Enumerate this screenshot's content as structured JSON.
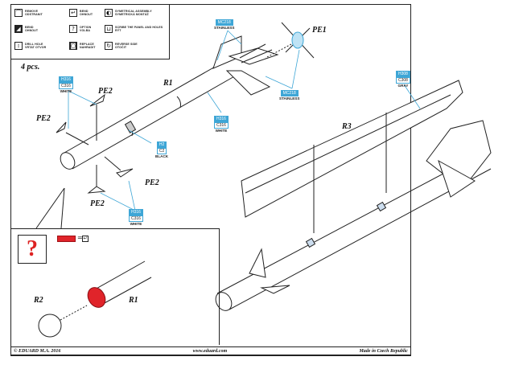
{
  "legend": {
    "items": [
      {
        "icon": "remove-icon",
        "glyph": "⌒",
        "en": "REMOVE",
        "cz": "ODSTRANIT"
      },
      {
        "icon": "bend-icon",
        "glyph": "↵",
        "en": "BEND",
        "cz": "OHNOUT"
      },
      {
        "icon": "symmetrical-assembly-icon",
        "glyph": "◐",
        "en": "SYMETRICAL ASSEMBLY",
        "cz": "SYMETRICKÁ MONTÁŽ"
      },
      {
        "icon": "bend-dark-icon",
        "glyph": "◢",
        "en": "BEND",
        "cz": "OHNOUT"
      },
      {
        "icon": "option-icon",
        "glyph": "?",
        "en": "OPTION",
        "cz": "VOLBA"
      },
      {
        "icon": "scribe-icon",
        "glyph": "⊔",
        "en": "SCRIBE THE PANEL AND HOLES",
        "cz": "RÝT"
      },
      {
        "icon": "drill-hole-icon",
        "glyph": "⦂",
        "en": "DRILL HOLE",
        "cz": "VRTAT OTVOR"
      },
      {
        "icon": "replace-icon",
        "glyph": "◙",
        "en": "REPLACE",
        "cz": "NAHRADIT"
      },
      {
        "icon": "reverse-side-icon",
        "glyph": "↻",
        "en": "REVERSE SIDE",
        "cz": "OTOČIT"
      }
    ]
  },
  "quantity": "4 pcs.",
  "parts": {
    "pe1": "PE1",
    "pe2": "PE2",
    "r1": "R1",
    "r2": "R2",
    "r3": "R3"
  },
  "callouts": {
    "stainless": {
      "code1": "MC218",
      "code2": "",
      "name": "STAINLESS"
    },
    "white": {
      "code1": "H316",
      "code2": "C316",
      "name": "WHITE"
    },
    "black": {
      "code1": "H2",
      "code2": "C2",
      "name": "BLACK"
    },
    "gray": {
      "code1": "H308",
      "code2": "C308",
      "name": "GRAY"
    }
  },
  "inset": {
    "question": "?",
    "equals": "=",
    "accent_color": "#e0242a"
  },
  "footer": {
    "copyright": "© EDUARD M.A. 2016",
    "website": "www.eduard.com",
    "origin": "Made in Czech Republic"
  },
  "colors": {
    "callout_blue": "#3ea6d6",
    "leader_line": "#3ea6d6",
    "highlight_red": "#e0242a"
  }
}
